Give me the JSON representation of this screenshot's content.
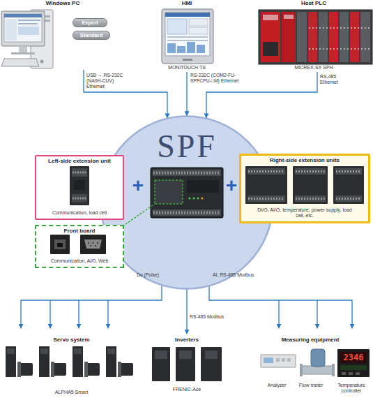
{
  "diagram": {
    "nodes": [
      {
        "text": [
          "Windows PC"
        ]
      },
      {
        "text": [
          "Expert"
        ],
        "in": 0
      },
      {
        "text": [
          "Standard"
        ],
        "in": 0
      },
      {
        "text": [
          "HMI",
          "MONITOUCH TS"
        ]
      },
      {
        "text": [
          "Host PLC",
          "MICREX-SX SPH"
        ]
      },
      {
        "text": [
          "SPF"
        ]
      },
      {
        "text": [
          "Left-side extension unit",
          "Communication, load cell"
        ]
      },
      {
        "text": [
          "Front board",
          "Communication, AI/0, Web"
        ]
      },
      {
        "text": [
          "Right-side extension units",
          "DI/O, AI/O, temperature, power supply, load cell, etc."
        ]
      },
      {
        "text": [
          "Servo system",
          "ALPHA5 Smart"
        ]
      },
      {
        "text": [
          "Inverters",
          "FRENIC-Ace"
        ]
      },
      {
        "text": [
          "Measuring equipment",
          "Analyzer",
          "Flow meter",
          "Temperature controller"
        ]
      }
    ],
    "edges": [
      {
        "from": 0,
        "to": 5,
        "label": "USB → RS-232C (NA0H-CUV) Ethernet",
        "arrow": "to"
      },
      {
        "from": 3,
        "to": 5,
        "label": "RS-232C (COM2-FU-SPFCPU-□M) Ethernet",
        "arrow": "to"
      },
      {
        "from": 4,
        "to": 5,
        "label": "RS-485 Ethernet",
        "arrow": "to"
      },
      {
        "from": 5,
        "to": 9,
        "label": "Do (Pulse)",
        "arrow": "to"
      },
      {
        "from": 5,
        "to": 10,
        "label": "RS-485 Modbus",
        "arrow": "to"
      },
      {
        "from": 5,
        "to": 11,
        "label": "AI, RS-485 Modbus",
        "arrow": "to"
      }
    ],
    "labels": [
      "+",
      "+",
      "2346"
    ]
  }
}
